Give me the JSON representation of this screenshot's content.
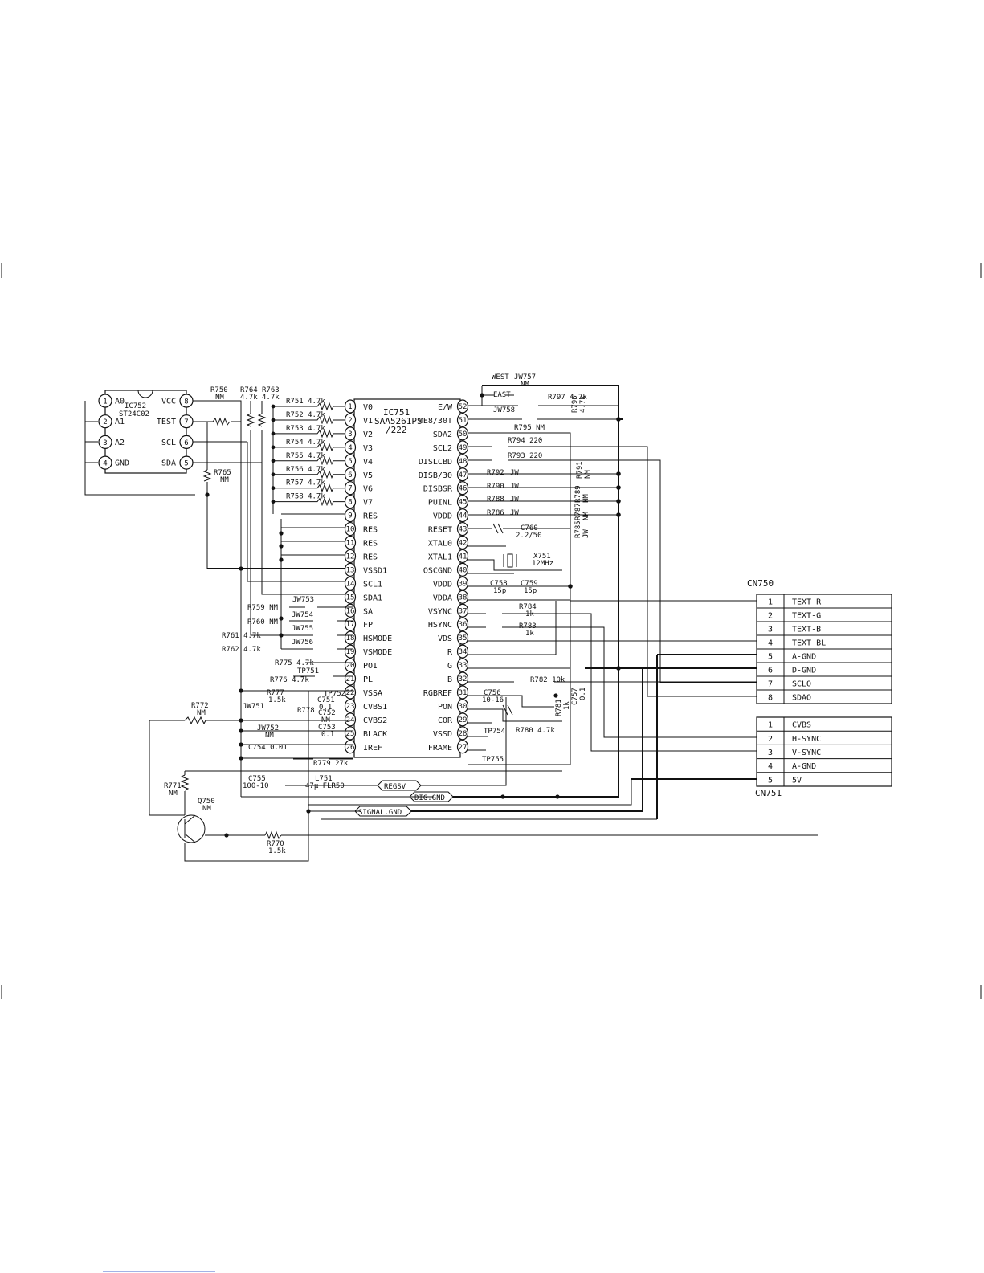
{
  "ic752": {
    "ref": "IC752",
    "part": "ST24C02",
    "left_pins": [
      {
        "num": "1",
        "name": "A0"
      },
      {
        "num": "2",
        "name": "A1"
      },
      {
        "num": "3",
        "name": "A2"
      },
      {
        "num": "4",
        "name": "GND"
      }
    ],
    "right_pins": [
      {
        "num": "8",
        "name": "VCC"
      },
      {
        "num": "7",
        "name": "TEST"
      },
      {
        "num": "6",
        "name": "SCL"
      },
      {
        "num": "5",
        "name": "SDA"
      }
    ]
  },
  "ic751": {
    "ref": "IC751",
    "part": "SAA5261PS",
    "variant": "/222",
    "left_pins": [
      {
        "num": "1",
        "name": "V0"
      },
      {
        "num": "2",
        "name": "V1"
      },
      {
        "num": "3",
        "name": "V2"
      },
      {
        "num": "4",
        "name": "V3"
      },
      {
        "num": "5",
        "name": "V4"
      },
      {
        "num": "6",
        "name": "V5"
      },
      {
        "num": "7",
        "name": "V6"
      },
      {
        "num": "8",
        "name": "V7"
      },
      {
        "num": "9",
        "name": "RES"
      },
      {
        "num": "10",
        "name": "RES"
      },
      {
        "num": "11",
        "name": "RES"
      },
      {
        "num": "12",
        "name": "RES"
      },
      {
        "num": "13",
        "name": "VSSD1"
      },
      {
        "num": "14",
        "name": "SCL1"
      },
      {
        "num": "15",
        "name": "SDA1"
      },
      {
        "num": "16",
        "name": "SA"
      },
      {
        "num": "17",
        "name": "FP"
      },
      {
        "num": "18",
        "name": "HSMODE"
      },
      {
        "num": "19",
        "name": "VSMODE"
      },
      {
        "num": "20",
        "name": "POI"
      },
      {
        "num": "21",
        "name": "PL"
      },
      {
        "num": "22",
        "name": "VSSA"
      },
      {
        "num": "23",
        "name": "CVBS1"
      },
      {
        "num": "24",
        "name": "CVBS2"
      },
      {
        "num": "25",
        "name": "BLACK"
      },
      {
        "num": "26",
        "name": "IREF"
      }
    ],
    "right_pins": [
      {
        "num": "52",
        "name": "E/W"
      },
      {
        "num": "51",
        "name": "ME8/30T"
      },
      {
        "num": "50",
        "name": "SDA2"
      },
      {
        "num": "49",
        "name": "SCL2"
      },
      {
        "num": "48",
        "name": "DISLCBD"
      },
      {
        "num": "47",
        "name": "DISB/30"
      },
      {
        "num": "46",
        "name": "DISBSR"
      },
      {
        "num": "45",
        "name": "PUINL"
      },
      {
        "num": "44",
        "name": "VDDD"
      },
      {
        "num": "43",
        "name": "RESET"
      },
      {
        "num": "42",
        "name": "XTAL0"
      },
      {
        "num": "41",
        "name": "XTAL1"
      },
      {
        "num": "40",
        "name": "OSCGND"
      },
      {
        "num": "39",
        "name": "VDDD"
      },
      {
        "num": "38",
        "name": "VDDA"
      },
      {
        "num": "37",
        "name": "VSYNC"
      },
      {
        "num": "36",
        "name": "HSYNC"
      },
      {
        "num": "35",
        "name": "VDS"
      },
      {
        "num": "34",
        "name": "R"
      },
      {
        "num": "33",
        "name": "G"
      },
      {
        "num": "32",
        "name": "B"
      },
      {
        "num": "31",
        "name": "RGBREF"
      },
      {
        "num": "30",
        "name": "PON"
      },
      {
        "num": "29",
        "name": "COR"
      },
      {
        "num": "28",
        "name": "VSSD"
      },
      {
        "num": "27",
        "name": "FRAME"
      }
    ]
  },
  "left_resistors": [
    {
      "ref": "R751",
      "val": "4.7k"
    },
    {
      "ref": "R752",
      "val": "4.7k"
    },
    {
      "ref": "R753",
      "val": "4.7k"
    },
    {
      "ref": "R754",
      "val": "4.7k"
    },
    {
      "ref": "R755",
      "val": "4.7k"
    },
    {
      "ref": "R756",
      "val": "4.7k"
    },
    {
      "ref": "R757",
      "val": "4.7k"
    },
    {
      "ref": "R758",
      "val": "4.7k"
    }
  ],
  "top_labels": {
    "r750": "R750",
    "r750v": "NM",
    "r764": "R764",
    "r764v": "4.7k",
    "r763": "R763",
    "r763v": "4.7k",
    "r765": "R765",
    "r765v": "NM",
    "west": "WEST",
    "jw757": "JW757",
    "jw757v": "NM",
    "east": "EAST",
    "jw758": "JW758",
    "r797": "R797 4.7k",
    "r796": "R796",
    "r796v": "4.7k",
    "r795": "R795 NM",
    "r794": "R794 220",
    "r793": "R793 220",
    "r792": "R792",
    "r790": "R790",
    "r788": "R788",
    "r786": "R786",
    "jw": "JW",
    "r791": "R791",
    "r789": "R789",
    "r787": "R787",
    "r785": "R785",
    "nm": "NM",
    "c760": "C760",
    "c760v": "2.2/50",
    "x751": "X751",
    "x751v": "12MHz",
    "c758": "C758",
    "c758v": "15p",
    "c759": "C759",
    "c759v": "15p",
    "r784": "R784",
    "r784v": "1k",
    "r783": "R783",
    "r783v": "1k",
    "r782": "R782 10k",
    "c757": "C757",
    "c757v": "0.1",
    "c756": "C756",
    "c756v": "10-16",
    "r781": "R781",
    "r781v": "1k",
    "r780": "R780 4.7k",
    "tp754": "TP754",
    "tp755": "TP755"
  },
  "lower_left_labels": {
    "jw753": "JW753",
    "jw754": "JW754",
    "jw755": "JW755",
    "jw756": "JW756",
    "r759": "R759 NM",
    "r760": "R760 NM",
    "r761": "R761 4.7k",
    "r762": "R762 4.7k",
    "r775": "R775 4.7k",
    "r776": "R776 4.7k",
    "tp751": "TP751",
    "tp752": "TP752",
    "r777": "R777",
    "r777v": "1.5k",
    "c751": "C751",
    "c751v": "0.1",
    "jw751": "JW751",
    "jw752": "JW752",
    "c752": "C752",
    "c752v": "NM",
    "c753": "C753",
    "c753v": "0.1",
    "r778": "R778",
    "r778v": "NM",
    "c754": "C754 0.01",
    "r779": "R779 27k",
    "c755": "C755",
    "c755v": "100-10",
    "l751": "L751",
    "l751v": "47µ FLR50",
    "r772": "R772",
    "r772v": "NM",
    "r771": "R771",
    "r771v": "NM",
    "q750": "Q750",
    "q750v": "NM",
    "r770": "R770",
    "r770v": "1.5k"
  },
  "nets": {
    "regsv": "REGSV",
    "dig_gnd": "DIG.GND",
    "signal_gnd": "SIGNAL.GND"
  },
  "cn750": {
    "ref": "CN750",
    "pins": [
      {
        "num": "1",
        "name": "TEXT-R"
      },
      {
        "num": "2",
        "name": "TEXT-G"
      },
      {
        "num": "3",
        "name": "TEXT-B"
      },
      {
        "num": "4",
        "name": "TEXT-BL"
      },
      {
        "num": "5",
        "name": "A-GND"
      },
      {
        "num": "6",
        "name": "D-GND"
      },
      {
        "num": "7",
        "name": "SCLO"
      },
      {
        "num": "8",
        "name": "SDAO"
      }
    ]
  },
  "cn751": {
    "ref": "CN751",
    "pins": [
      {
        "num": "1",
        "name": "CVBS"
      },
      {
        "num": "2",
        "name": "H-SYNC"
      },
      {
        "num": "3",
        "name": "V-SYNC"
      },
      {
        "num": "4",
        "name": "A-GND"
      },
      {
        "num": "5",
        "name": "5V"
      }
    ]
  }
}
